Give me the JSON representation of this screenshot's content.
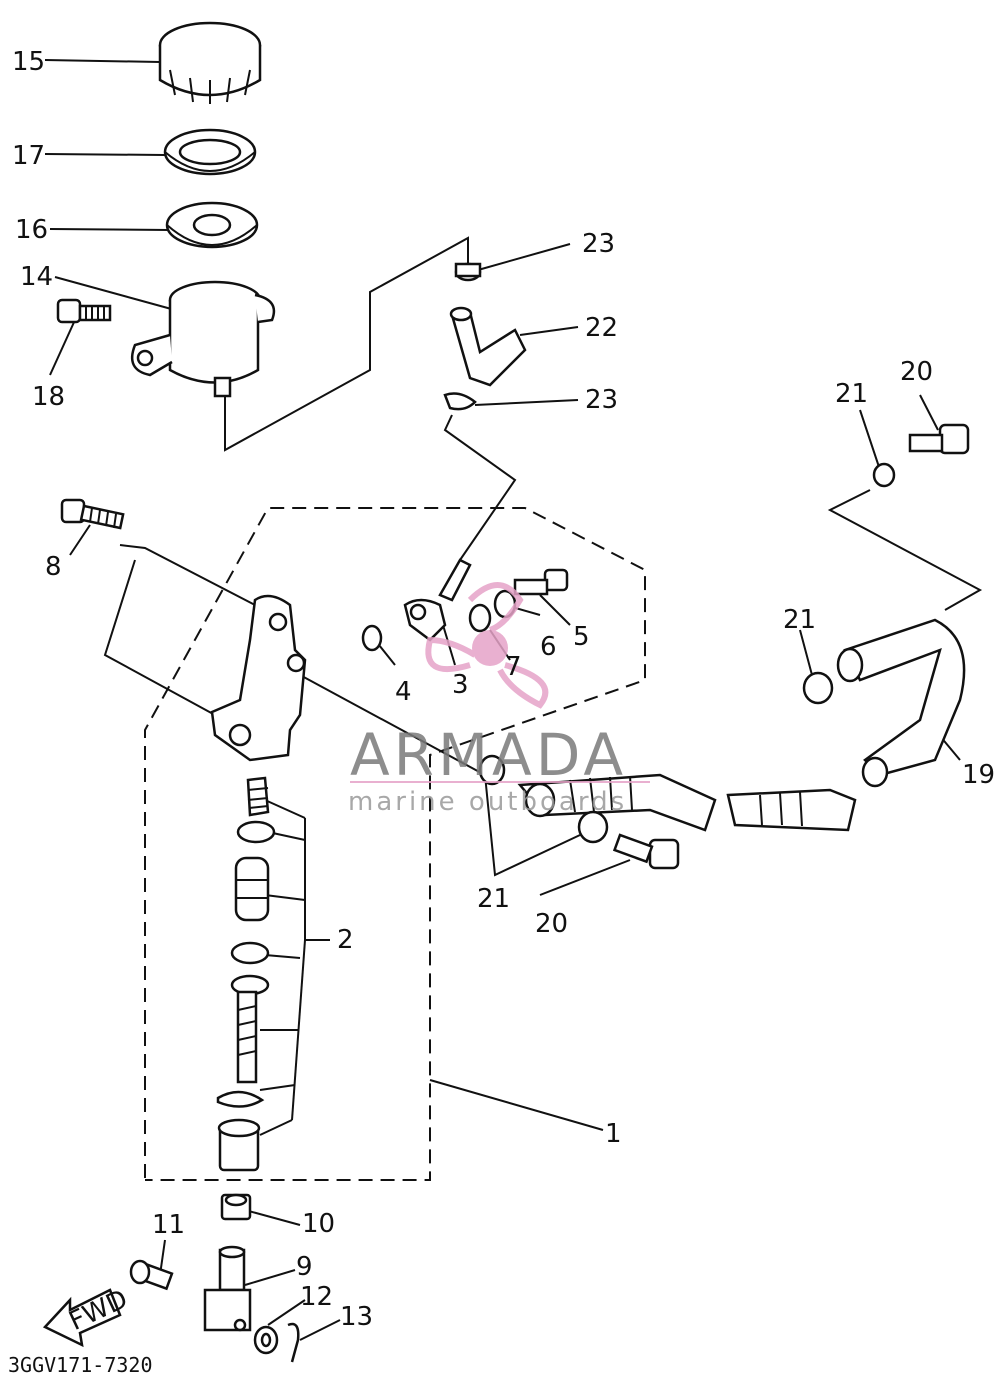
{
  "diagram": {
    "callouts": {
      "c15": "15",
      "c17": "17",
      "c16": "16",
      "c14": "14",
      "c18": "18",
      "c23a": "23",
      "c22": "22",
      "c23b": "23",
      "c21a": "21",
      "c20a": "20",
      "c8": "8",
      "c4": "4",
      "c3": "3",
      "c7": "7",
      "c6": "6",
      "c5": "5",
      "c21b": "21",
      "c19": "19",
      "c2": "2",
      "c21c": "21",
      "c20b": "20",
      "c1": "1",
      "c10": "10",
      "c11": "11",
      "c9": "9",
      "c12": "12",
      "c13": "13"
    },
    "fwd_arrow_label": "FWD",
    "drawing_code": "3GGV171-7320"
  },
  "watermark": {
    "brand": "ARMADA",
    "tagline": "marine outboards",
    "logo_color": "#e6a3c8"
  }
}
